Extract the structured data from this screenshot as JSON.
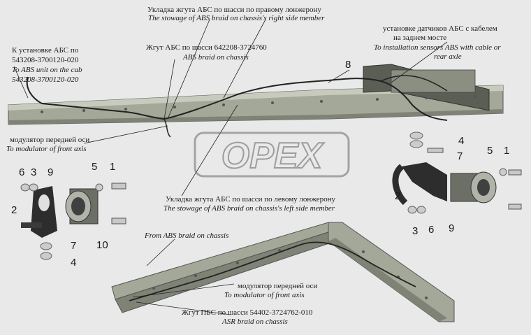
{
  "labels": {
    "title_right_ru": "Укладка жгута АБС по шасси по правому лонжерону",
    "title_right_en": "The stowage of ABS braid on chassis's right side member",
    "abs_unit_ru": "К установке АБС по",
    "abs_unit_num1": "543208-3700120-020",
    "abs_unit_en": "To ABS unit on the cab",
    "abs_unit_num2": "543208-3700120-020",
    "braid_ru": "Жгут АБС по шасси 642208-3724760",
    "braid_en": "ABS braid on chassis",
    "sensors_ru1": "установке датчиков АБС с кабелем",
    "sensors_ru2": "на заднем мосте",
    "sensors_en1": "To installation sensors ABS with cable or",
    "sensors_en2": "rear axle",
    "modulator_ru": "модулятор   передней оси",
    "modulator_en": "To modulator of front axis",
    "title_left_ru": "Укладка жгута АБС по шасси по левому лонжерону",
    "title_left_en": "The stowage of ABS braid on chassis's left side member",
    "from_abs_en": "From ABS braid on chassis",
    "modulator2_ru": "модулятор   передней оси",
    "modulator2_en": "To modulator of front axis",
    "asr_ru": "Жгут ПБС по шасси 54402-3724762-010",
    "asr_en": "ASR braid on chassis"
  },
  "callouts": {
    "n8": "8",
    "left_6": "6",
    "left_3": "3",
    "left_9": "9",
    "left_5": "5",
    "left_1": "1",
    "left_2": "2",
    "left_7": "7",
    "left_10": "10",
    "left_4": "4",
    "right_4": "4",
    "right_7": "7",
    "right_5": "5",
    "right_1": "1",
    "right_2": "2",
    "right_3": "3",
    "right_6": "6",
    "right_9": "9"
  },
  "watermark": "OPEX",
  "colors": {
    "frame": "#9ba090",
    "frame_dark": "#4a4e44",
    "cable": "#222222",
    "watermark": "#6b6b6b"
  }
}
